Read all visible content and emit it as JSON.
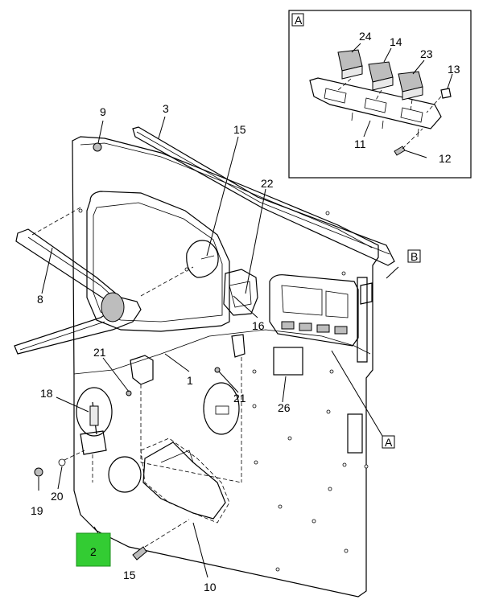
{
  "detail_box": {
    "label": "A"
  },
  "view_labels": {
    "b": "B",
    "a": "A"
  },
  "callouts": {
    "c1": "1",
    "c2": "2",
    "c3": "3",
    "c8": "8",
    "c9": "9",
    "c10": "10",
    "c11": "11",
    "c12": "12",
    "c13": "13",
    "c14": "14",
    "c15_top": "15",
    "c15_bottom": "15",
    "c16": "16",
    "c18": "18",
    "c19": "19",
    "c20": "20",
    "c21_left": "21",
    "c21_right": "21",
    "c22": "22",
    "c23": "23",
    "c24": "24",
    "c26": "26"
  },
  "colors": {
    "highlight": "#33cc33",
    "line": "#000000",
    "panel_fill": "#ffffff"
  }
}
